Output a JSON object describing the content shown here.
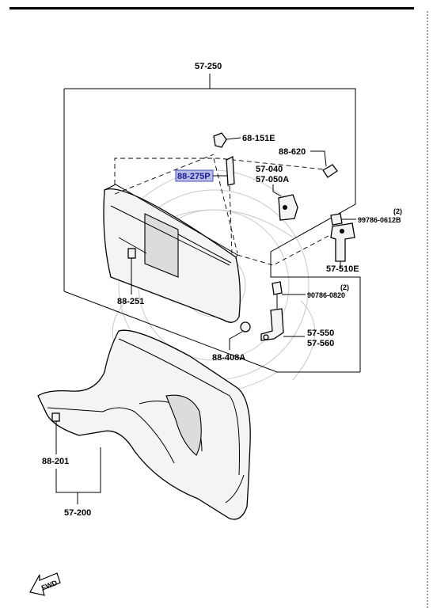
{
  "labels": {
    "part_57_250": "57-250",
    "part_68_151e": "68-151E",
    "part_88_620": "88-620",
    "part_88_275p": "88-275P",
    "part_57_040": "57-040",
    "part_57_050a": "57-050A",
    "part_99786_qty": "(2)",
    "part_99786": "99786-0612B",
    "part_57_510e": "57-510E",
    "part_90786_qty": "(2)",
    "part_90786": "90786-0820",
    "part_88_251": "88-251",
    "part_57_550": "57-550",
    "part_57_560": "57-560",
    "part_88_408a": "88-408A",
    "part_88_201": "88-201",
    "part_57_200": "57-200",
    "fwd": "FWD"
  },
  "colors": {
    "highlight_fill": "#b8bde8",
    "highlight_border": "#4a52b8",
    "top_rule": "#000000"
  },
  "icons": {
    "direction": "fwd-arrow-icon",
    "watermark": "emblem-watermark-icon"
  }
}
